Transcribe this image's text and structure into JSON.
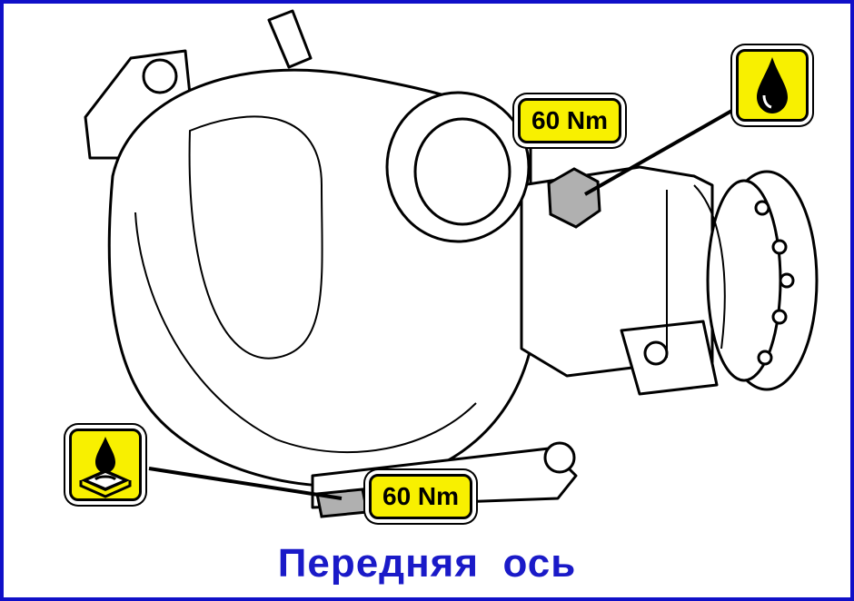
{
  "labels": {
    "torque_top": "60 Nm",
    "torque_bottom": "60 Nm"
  },
  "icons": {
    "top": "oil-drop-icon",
    "bottom": "sealant-drop-icon"
  },
  "caption": "Передняя  ось",
  "colors": {
    "frame": "#1010c8",
    "label_fill": "#f8f000",
    "caption": "#1a1ac8"
  }
}
